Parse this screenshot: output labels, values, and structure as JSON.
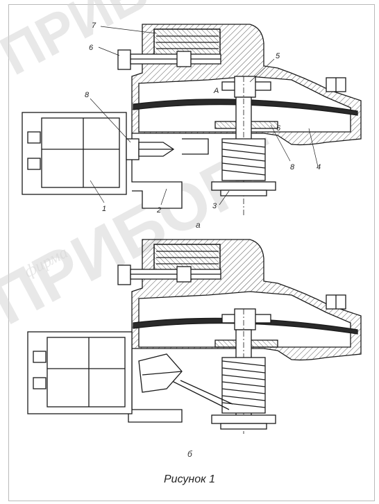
{
  "figure": {
    "caption": "Рисунок 1",
    "view_labels": {
      "top": "а",
      "bottom": "б"
    },
    "callouts": [
      "1",
      "2",
      "3",
      "4",
      "5",
      "6",
      "7",
      "8",
      "8",
      "А"
    ]
  },
  "watermark": {
    "brand": "ПРИБОРГ",
    "word": "фирма"
  },
  "colors": {
    "ink": "#1a1a1a",
    "membrane": "#2a2a2a",
    "frame": "#b9b9b9",
    "watermark": "#d6d6d6"
  }
}
